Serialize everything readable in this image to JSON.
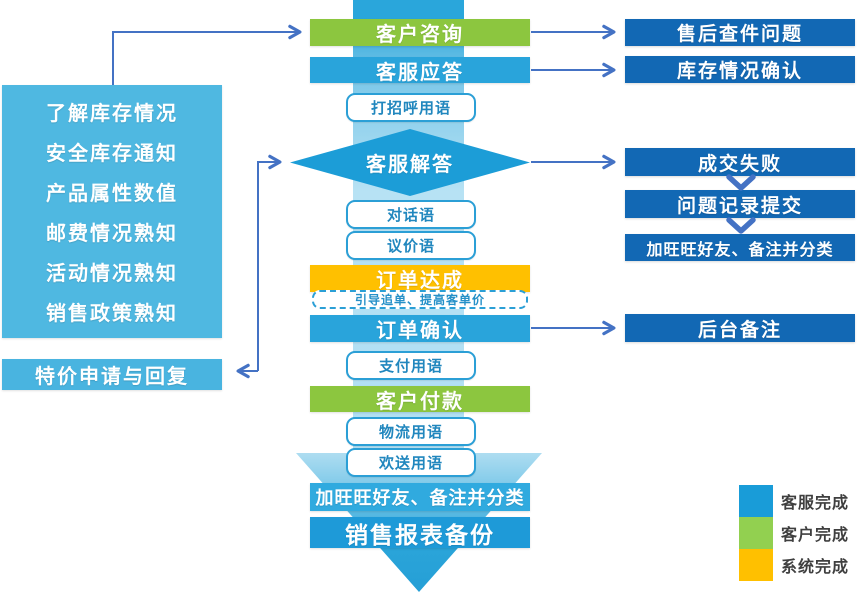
{
  "left_panel": {
    "items": [
      "了解库存情况",
      "安全库存通知",
      "产品属性数值",
      "邮费情况熟知",
      "活动情况熟知",
      "销售政策熟知"
    ],
    "special_price_label": "特价申请与回复"
  },
  "flow": {
    "customer_inquiry": "客户咨询",
    "service_reply": "客服应答",
    "greeting_script": "打招呼用语",
    "service_answer": "客服解答",
    "dialog_script": "对话语",
    "bargain_script": "议价语",
    "order_reached": "订单达成",
    "upsell_note": "引导追单、提高客单价",
    "order_confirm": "订单确认",
    "payment_script": "支付用语",
    "customer_payment": "客户付款",
    "logistics_script": "物流用语",
    "farewell_script": "欢送用语",
    "add_wangwang": "加旺旺好友、备注并分类",
    "sales_report_backup": "销售报表备份"
  },
  "right_panel": {
    "aftersale_issue": "售后查件问题",
    "stock_confirm": "库存情况确认",
    "deal_failed": "成交失败",
    "issue_record_submit": "问题记录提交",
    "add_wangwang": "加旺旺好友、备注并分类",
    "backend_note": "后台备注"
  },
  "legend": {
    "items": [
      {
        "label": "客服完成",
        "color": "#199cd8"
      },
      {
        "label": "客户完成",
        "color": "#92d050"
      },
      {
        "label": "系统完成",
        "color": "#ffc000"
      }
    ]
  },
  "colors": {
    "center_blue": "#29a4db",
    "center_green": "#8cc63f",
    "center_yellow": "#ffc000",
    "diamond_blue": "#1c9dd7",
    "left_light_blue": "#4fb8e1",
    "right_dark_blue": "#1268b4",
    "pill_border_blue": "#2b9fd6",
    "connector_blue": "#4472c4",
    "band_light_blue": "#b0dff3"
  }
}
